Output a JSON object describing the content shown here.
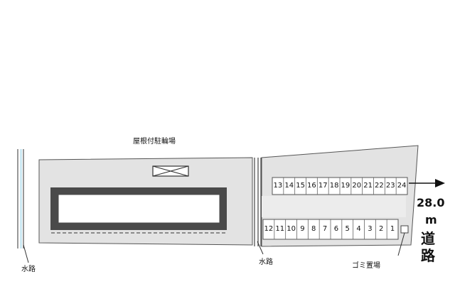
{
  "labels": {
    "covered_bicycle_parking": "屋根付駐輪場",
    "waterway_left": "水路",
    "waterway_center": "水路",
    "garbage_area": "ゴミ置場",
    "road_width": "28.0",
    "road_unit": "m",
    "road_char1": "道",
    "road_char2": "路"
  },
  "parking": {
    "top_row": [
      "13",
      "14",
      "15",
      "16",
      "17",
      "18",
      "19",
      "20",
      "21",
      "22",
      "23",
      "24"
    ],
    "bottom_row": [
      "12",
      "11",
      "10",
      "9",
      "8",
      "7",
      "6",
      "5",
      "4",
      "3",
      "2",
      "1"
    ]
  },
  "colors": {
    "lot_fill": "#e3e3e3",
    "outline": "#555555",
    "building_outer": "#4a4a4a",
    "water": "#bfe3ef"
  }
}
